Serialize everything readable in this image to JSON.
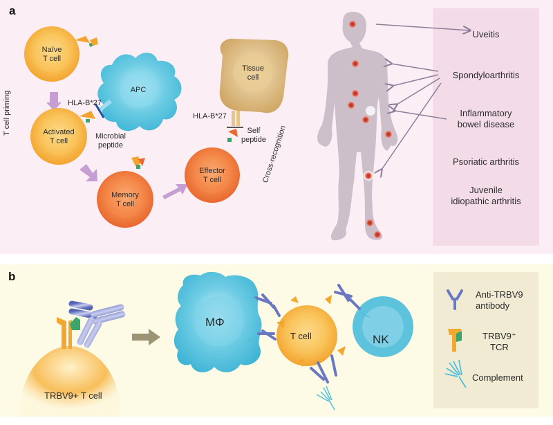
{
  "panel_a": {
    "letter": "a",
    "side_label": "T cell priming",
    "cells": {
      "naive": "Naïve\nT cell",
      "activated": "Activated\nT cell",
      "memory": "Memory\nT cell",
      "effector": "Effector\nT cell",
      "apc": "APC",
      "tissue": "Tissue\ncell"
    },
    "labels": {
      "hla_apc": "HLA-B*27",
      "microbial_peptide": "Microbial\npeptide",
      "hla_tissue": "HLA-B*27",
      "self_peptide": "Self\npeptide",
      "cross_recognition": "Cross-recognition"
    },
    "diseases": [
      "Uveitis",
      "Spondyloarthritis",
      "Inflammatory\nbowel disease",
      "Psoriatic arthritis",
      "Juvenile\nidiopathic arthritis"
    ],
    "colors": {
      "background": "#fbeef5",
      "disease_box": "#f3dce8",
      "body": "#cdbfca",
      "t_cell": "#f7b03d",
      "memory_cell": "#ee7a3c",
      "apc": "#5bc6de",
      "tissue": "#d9b77e",
      "arrow": "#c59ed3",
      "lesion": "#c0392b",
      "pointer": "#8e7e99"
    }
  },
  "panel_b": {
    "letter": "b",
    "tcell_label": "TRBV9+ T cell",
    "macrophage": "MΦ",
    "tcell": "T cell",
    "nk": "NK",
    "legend": [
      {
        "icon": "antibody-icon",
        "label": "Anti-TRBV9\nantibody"
      },
      {
        "icon": "tcr-icon",
        "label": "TRBV9⁺\nTCR"
      },
      {
        "icon": "complement-icon",
        "label": "Complement"
      }
    ],
    "colors": {
      "background": "#fdfbe6",
      "legend_box": "#f1ebd4",
      "antibody": "#6a78c2",
      "tcr": "#f2a830",
      "tcr_variable": "#3aa66a",
      "arrow": "#9c9474",
      "macrophage": "#55bedb",
      "nk": "#5dc2dc"
    }
  }
}
